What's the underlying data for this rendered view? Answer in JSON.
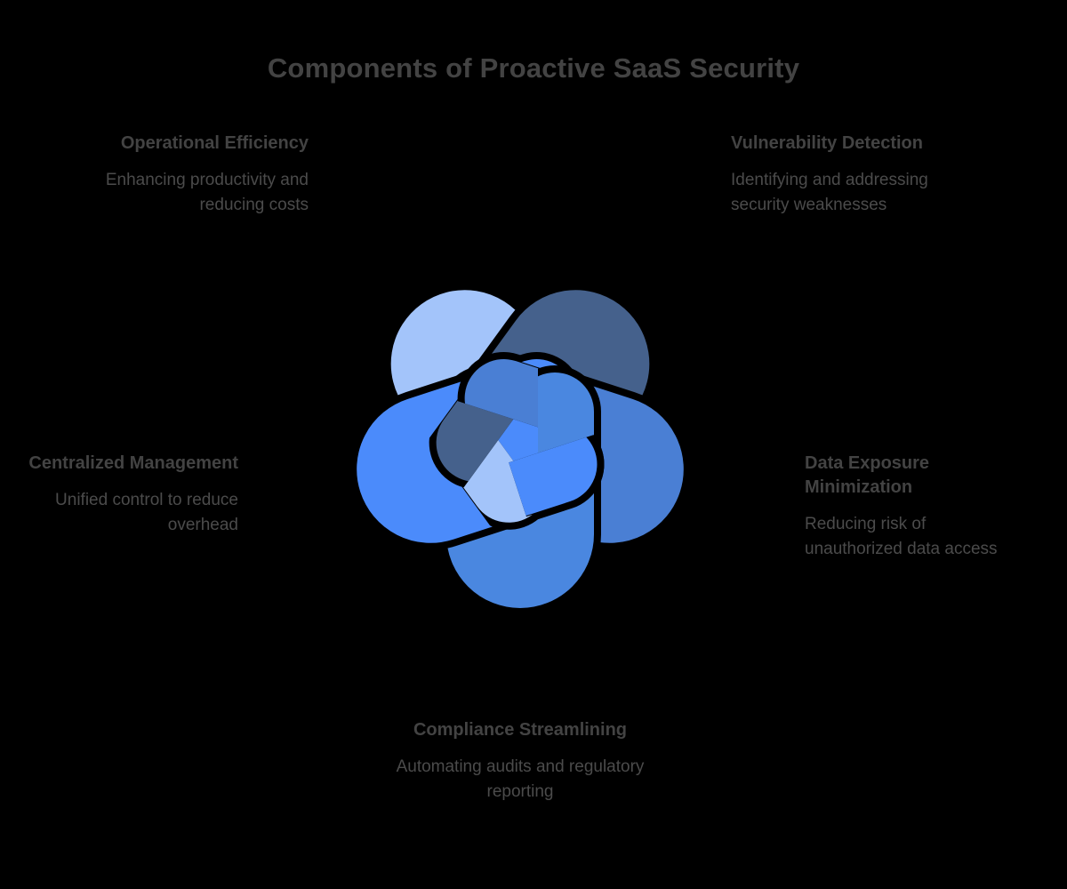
{
  "title": "Components of Proactive SaaS Security",
  "background_color": "#000000",
  "title_color": "#434343",
  "body_text_color": "#4b4b4b",
  "diagram": {
    "type": "radial-interlocking-knot",
    "segment_count": 5,
    "nodes": [
      {
        "id": "operational-efficiency",
        "title": "Operational Efficiency",
        "description": "Enhancing productivity and reducing costs",
        "color": "#A3C4FA",
        "position": "top-left",
        "align": "right"
      },
      {
        "id": "vulnerability-detection",
        "title": "Vulnerability Detection",
        "description": "Identifying and addressing security weaknesses",
        "color": "#45618C",
        "position": "top-right",
        "align": "left"
      },
      {
        "id": "centralized-management",
        "title": "Centralized Management",
        "description": "Unified control to reduce overhead",
        "color": "#4B8BFB",
        "position": "middle-left",
        "align": "right"
      },
      {
        "id": "data-exposure-minimization",
        "title": "Data Exposure Minimization",
        "description": "Reducing risk of unauthorized data access",
        "color": "#4A7FD4",
        "position": "middle-right",
        "align": "left"
      },
      {
        "id": "compliance-streamlining",
        "title": "Compliance Streamlining",
        "description": "Automating audits and regulatory reporting",
        "color": "#4A87E0",
        "position": "bottom-center",
        "align": "center"
      }
    ]
  }
}
